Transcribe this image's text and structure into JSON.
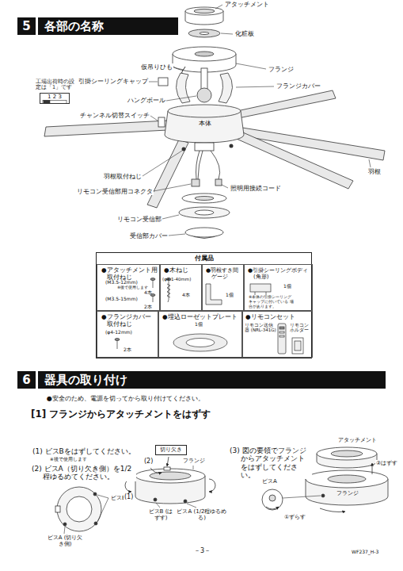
{
  "diagram": {
    "nodes": [
      {
        "text": [
          "5",
          "各部の名称"
        ]
      },
      {
        "text": [
          "工場出荷時の設定は「1」です",
          "1 2 3"
        ]
      },
      {
        "text": [
          "付属品"
        ]
      },
      {
        "text": [
          "●アタッチメント用 取付ねじ",
          "(M3.5-12mm)",
          "※後で使用します",
          "4本",
          "(M3.5-15mm)",
          "2本"
        ],
        "in": 2
      },
      {
        "text": [
          "●木ねじ",
          "(φ4.1-40mm)",
          "4本"
        ],
        "in": 2
      },
      {
        "text": [
          "●羽根すき間 ゲージ",
          "1個"
        ],
        "in": 2
      },
      {
        "text": [
          "●引掛シーリングボディ (角形)",
          "1個",
          "※本体の引掛シーリング キャップに付いている 場合があります。"
        ],
        "in": 2
      },
      {
        "text": [
          "●フランジカバー 取付ねじ",
          "(φ4-12mm)",
          "2本"
        ],
        "in": 2
      },
      {
        "text": [
          "●埋込ローゼットプレート",
          "1個"
        ],
        "in": 2
      },
      {
        "text": [
          "●リモコンセット",
          "リモコン送信器 (NRL-341G)",
          "リモコン ホルダー"
        ],
        "in": 2
      },
      {
        "text": [
          "6",
          "器具の取り付け"
        ]
      },
      {
        "text": [
          "切り欠き"
        ]
      }
    ],
    "labels": [
      "アタッチメント",
      "化粧板",
      "仮吊りひも",
      "フランジ",
      "引掛シーリングキャップ",
      "フランジカバー",
      "ハングボール",
      "チャンネル切替スイッチ",
      "本体",
      "羽根",
      "羽根取付ねじ",
      "照明用接続コード",
      "リモコン受信部用コネクタ",
      "リモコン受信部",
      "受信部カバー",
      "●安全のため、電源を切ってから取り付けてください。",
      "[1] フランジからアタッチメントをはずす",
      "(1) ビスBをはずしてください。",
      "※後で使用します",
      "(2) ビスA（切り欠き側）を1/2 程ゆるめてください。",
      "ビスB",
      "ビスA (切り欠き側)",
      "(2)",
      "フランジ",
      "(1)",
      "ビスB (はずす)",
      "ビスA (1/2程ゆるめる)",
      "(3) 図の要領でフランジ からアタッチメント をはずしてください。",
      "アタッチメント",
      "②はずす",
      "フランジ",
      "ビスA",
      "①ずらす",
      "－3－",
      "WF237_H-3"
    ]
  }
}
